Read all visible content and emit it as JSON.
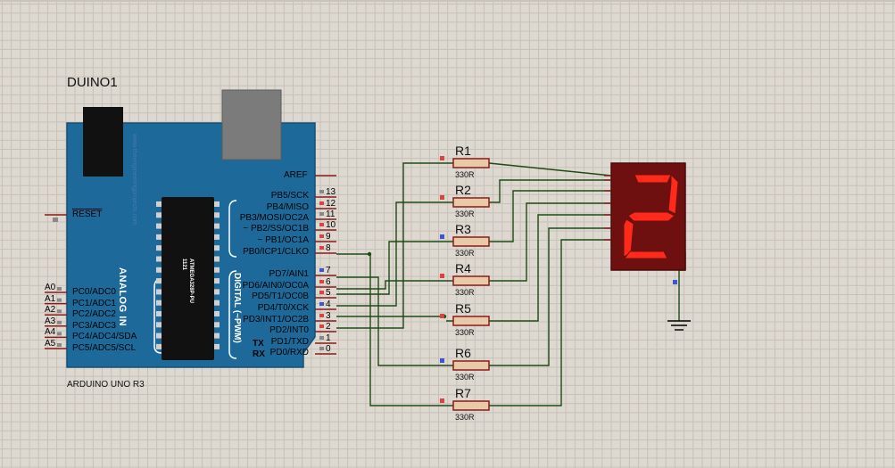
{
  "component": {
    "name": "DUINO1",
    "board": "ARDUINO UNO R3",
    "chip_top": "1121",
    "chip_bottom": "ATMEGA328P-PU",
    "watermark": "www.theengineeringprojects.com"
  },
  "headers": {
    "analog": "ANALOG IN",
    "digital": "DIGITAL (~PWM)"
  },
  "aref": "AREF",
  "reset": "RESET",
  "left_pins": [
    {
      "pin": "A0",
      "label": "PC0/ADC0"
    },
    {
      "pin": "A1",
      "label": "PC1/ADC1"
    },
    {
      "pin": "A2",
      "label": "PC2/ADC2"
    },
    {
      "pin": "A3",
      "label": "PC3/ADC3"
    },
    {
      "pin": "A4",
      "label": "PC4/ADC4/SDA"
    },
    {
      "pin": "A5",
      "label": "PC5/ADC5/SCL"
    }
  ],
  "right_pins": [
    {
      "num": "13",
      "label": "PB5/SCK"
    },
    {
      "num": "12",
      "label": "PB4/MISO"
    },
    {
      "num": "11",
      "label": "PB3/MOSI/OC2A"
    },
    {
      "num": "10",
      "label": "~ PB2/SS/OC1B"
    },
    {
      "num": "9",
      "label": "~ PB1/OC1A"
    },
    {
      "num": "8",
      "label": "PB0/ICP1/CLKO"
    },
    {
      "num": "7",
      "label": "PD7/AIN1"
    },
    {
      "num": "6",
      "label": "PD6/AIN0/OC0A"
    },
    {
      "num": "5",
      "label": "PD5/T1/OC0B"
    },
    {
      "num": "4",
      "label": "PD4/T0/XCK"
    },
    {
      "num": "3",
      "label": "PD3/INT1/OC2B"
    },
    {
      "num": "2",
      "label": "PD2/INT0"
    },
    {
      "num": "1",
      "label": "PD1/TXD"
    },
    {
      "num": "0",
      "label": "PD0/RXD"
    }
  ],
  "serial": {
    "tx": "TX",
    "rx": "RX"
  },
  "resistors": [
    {
      "name": "R1",
      "value": "330R"
    },
    {
      "name": "R2",
      "value": "330R"
    },
    {
      "name": "R3",
      "value": "330R"
    },
    {
      "name": "R4",
      "value": "330R"
    },
    {
      "name": "R5",
      "value": "330R"
    },
    {
      "name": "R6",
      "value": "330R"
    },
    {
      "name": "R7",
      "value": "330R"
    }
  ],
  "display": {
    "digit": "2"
  },
  "colors": {
    "board": "#1d6a9a",
    "wire": "#1f4a14",
    "pin": "#8b1a1a",
    "display_bg": "#6e1010",
    "segment_on": "#ff2a1a"
  }
}
